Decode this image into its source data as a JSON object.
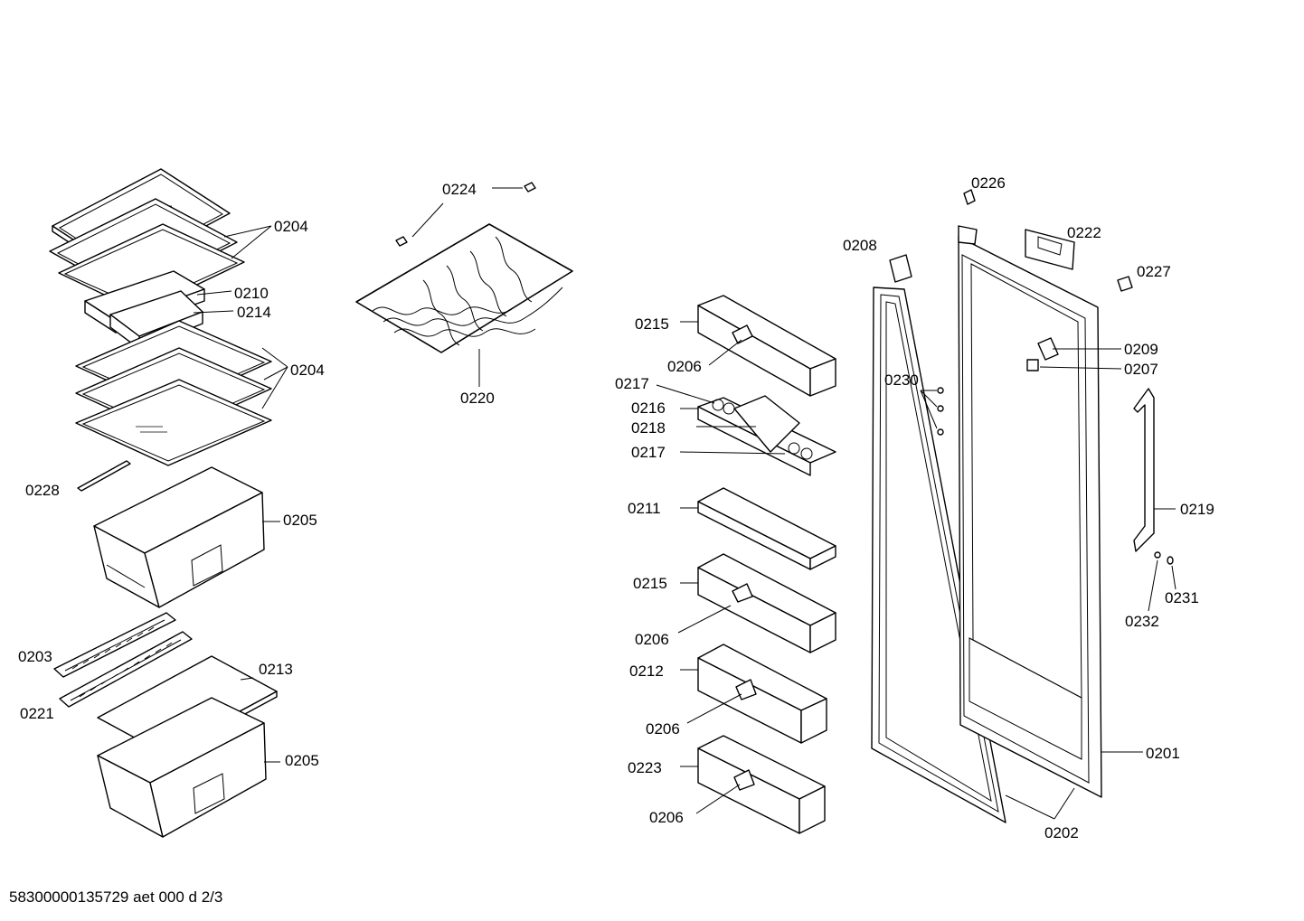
{
  "footer": "58300000135729 aet 000 d 2/3",
  "labels": {
    "l0204a": "0204",
    "l0210": "0210",
    "l0214": "0214",
    "l0204b": "0204",
    "l0228": "0228",
    "l0205a": "0205",
    "l0203": "0203",
    "l0221": "0221",
    "l0213": "0213",
    "l0205b": "0205",
    "l0224": "0224",
    "l0220": "0220",
    "l0215a": "0215",
    "l0206a": "0206",
    "l0217a": "0217",
    "l0216": "0216",
    "l0218": "0218",
    "l0217b": "0217",
    "l0211": "0211",
    "l0215b": "0215",
    "l0206b": "0206",
    "l0212": "0212",
    "l0206c": "0206",
    "l0223": "0223",
    "l0206d": "0206",
    "l0208": "0208",
    "l0230": "0230",
    "l0226": "0226",
    "l0222": "0222",
    "l0227": "0227",
    "l0209": "0209",
    "l0207": "0207",
    "l0219": "0219",
    "l0231": "0231",
    "l0232": "0232",
    "l0201": "0201",
    "l0202": "0202"
  }
}
